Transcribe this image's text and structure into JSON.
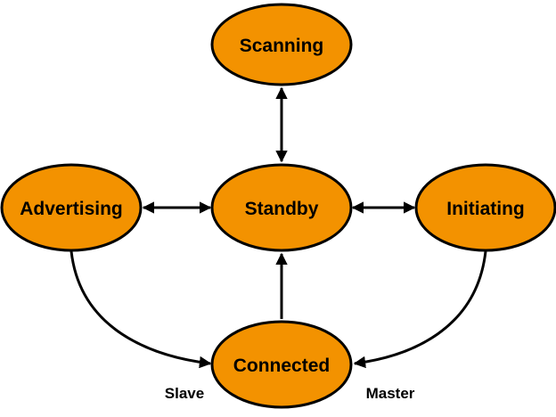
{
  "states": {
    "scanning": "Scanning",
    "advertising": "Advertising",
    "standby": "Standby",
    "initiating": "Initiating",
    "connected": "Connected"
  },
  "edge_labels": {
    "slave": "Slave",
    "master": "Master"
  },
  "colors": {
    "state_fill": "#f39200",
    "outline": "#000000",
    "background": "#ffffff"
  }
}
